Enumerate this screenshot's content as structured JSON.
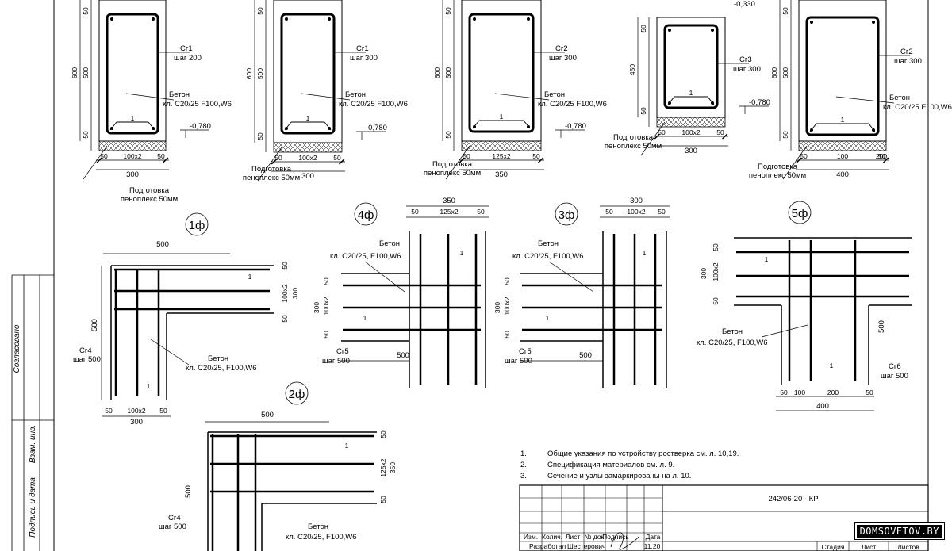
{
  "sections": [
    {
      "h1": "600",
      "h2": "500",
      "top": "50",
      "bot": "50",
      "bar": "Сг1",
      "step": "шаг 200",
      "concrete1": "Бетон",
      "concrete2": "кл. С20/25 F100,W6",
      "elev": "-0,780",
      "w1": "50",
      "w2": "100х2",
      "w3": "50",
      "wt": "300",
      "prep1": "Подготовка",
      "prep2": "пеноплекс 50мм",
      "one": "1"
    },
    {
      "h1": "600",
      "h2": "500",
      "top": "50",
      "bot": "50",
      "bar": "Сг1",
      "step": "шаг 300",
      "concrete1": "Бетон",
      "concrete2": "кл. С20/25 F100,W6",
      "elev": "-0,780",
      "w1": "50",
      "w2": "100х2",
      "w3": "50",
      "wt": "300",
      "prep1": "Подготовка",
      "prep2": "пеноплекс 50мм",
      "one": "1"
    },
    {
      "h1": "600",
      "h2": "500",
      "top": "50",
      "bot": "50",
      "bar": "Сг2",
      "step": "шаг 300",
      "concrete1": "Бетон",
      "concrete2": "кл. С20/25 F100,W6",
      "elev": "-0,780",
      "w1": "50",
      "w2": "125х2",
      "w3": "50",
      "wt": "350",
      "prep1": "Подготовка",
      "prep2": "пеноплекс 50мм",
      "one": "1"
    },
    {
      "h1": "450",
      "h2": "",
      "top": "50",
      "bot": "50",
      "bar": "Сг3",
      "step": "шаг 300",
      "concrete1": "",
      "concrete2": "",
      "elev": "-0,780",
      "elev_top": "-0,330",
      "w1": "50",
      "w2": "100х2",
      "w3": "50",
      "wt": "300",
      "prep1": "Подготовка",
      "prep2": "пеноплекс 50мм",
      "one": "1"
    },
    {
      "h1": "600",
      "h2": "500",
      "top": "50",
      "bot": "50",
      "bar": "Сг2",
      "step": "шаг 300",
      "concrete1": "Бетон",
      "concrete2": "кл. С20/25 F100,W6",
      "elev": "",
      "w1": "50",
      "w2": "100",
      "w3": "200",
      "w4": "50",
      "wt": "400",
      "prep1": "Подготовка",
      "prep2": "пеноплекс 50мм",
      "one": "1"
    }
  ],
  "nodes": {
    "n1": {
      "title": "1ф",
      "top_dim": "500",
      "side_dims": [
        "50",
        "100х2",
        "50"
      ],
      "side_total": "300",
      "left_dim": "500",
      "concrete1": "Бетон",
      "concrete2": "кл. С20/25, F100,W6",
      "bar": "Сг4",
      "step": "шаг 500",
      "bot_dims": [
        "50",
        "100х2",
        "50"
      ],
      "bot_total": "300",
      "one": "1"
    },
    "n2": {
      "title": "2ф",
      "top_dim": "500",
      "side_dims": [
        "50",
        "125х2",
        "50"
      ],
      "side_total": "350",
      "left_dim": "500",
      "concrete1": "Бетон",
      "concrete2": "кл. С20/25, F100,W6",
      "bar": "Сг4",
      "step": "шаг 500",
      "one": "1"
    },
    "n3": {
      "title": "3ф",
      "top_dims": [
        "50",
        "100х2",
        "50"
      ],
      "top_total": "300",
      "side_dims": [
        "50",
        "100х2",
        "50"
      ],
      "side_total": "300",
      "concrete1": "Бетон",
      "concrete2": "кл. С20/25, F100,W6",
      "bar": "Сг5",
      "step": "шаг 500",
      "bot_dim": "500",
      "one": "1"
    },
    "n4": {
      "title": "4ф",
      "top_dims": [
        "50",
        "125х2",
        "50"
      ],
      "top_total": "350",
      "side_dims": [
        "50",
        "100х2",
        "50"
      ],
      "side_total": "300",
      "concrete1": "Бетон",
      "concrete2": "кл. С20/25, F100,W6",
      "bar": "Сг5",
      "step": "шаг 500",
      "bot_dim": "500",
      "one": "1"
    },
    "n5": {
      "title": "5ф",
      "side_dims": [
        "50",
        "100х2",
        "50"
      ],
      "side_total": "300",
      "right_dim": "500",
      "concrete1": "Бетон",
      "concrete2": "кл. С20/25, F100,W6",
      "bar": "Сг6",
      "step": "шаг 500",
      "bot_dims": [
        "50",
        "100",
        "200",
        "50"
      ],
      "bot_total": "400",
      "one": "1"
    }
  },
  "notes": [
    {
      "num": "1.",
      "text": "Общие указания по устройству ростверка см. л. 10,19."
    },
    {
      "num": "2.",
      "text": "Спецификация материалов  см. л. 9."
    },
    {
      "num": "3.",
      "text": "Сечение и узлы замаркированы на л. 10."
    }
  ],
  "side_labels": {
    "agreed": "Согласовано",
    "signature": "Подпись и дата",
    "inv": "Взам. инв."
  },
  "stamp": {
    "doc_code": "242/06-20 - КР",
    "headers": [
      "Изм.",
      "Колич.",
      "Лист",
      "№ док.",
      "Подпись",
      "Дата"
    ],
    "role": "Разработал",
    "person": "Шестерович",
    "date": "11.20",
    "stage": "Стадия",
    "sheet": "Лист",
    "sheets": "Листов"
  },
  "watermark": "DOMSOVETOV.BY"
}
